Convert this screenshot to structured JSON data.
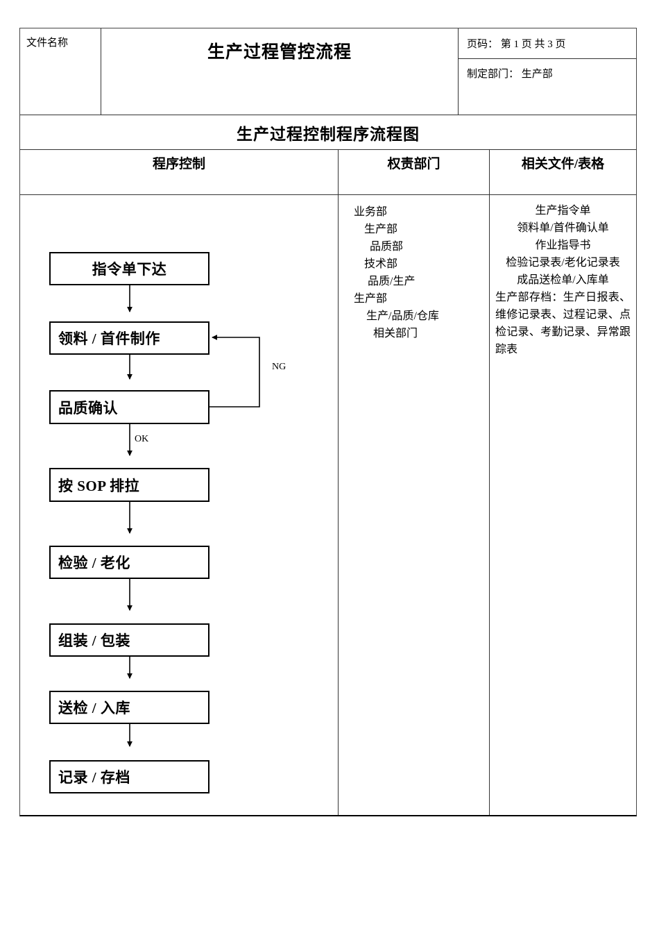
{
  "header": {
    "doc_name_label": "文件名称",
    "doc_title": "生产过程管控流程",
    "page_info": "页码： 第 1 页  共 3 页",
    "department_info": "制定部门： 生产部"
  },
  "chart_heading": "生产过程控制程序流程图",
  "columns": {
    "process": "程序控制",
    "responsible": "权责部门",
    "documents": "相关文件/表格"
  },
  "flowchart": {
    "nodes": [
      {
        "label": "指令单下达",
        "align": "center"
      },
      {
        "label": "领料 / 首件制作",
        "align": "left"
      },
      {
        "label": "品质确认",
        "align": "left"
      },
      {
        "label": "按 SOP 排拉",
        "align": "left"
      },
      {
        "label": "检验 / 老化",
        "align": "left"
      },
      {
        "label": "组装 / 包装",
        "align": "left"
      },
      {
        "label": "送检 / 入库",
        "align": "left"
      },
      {
        "label": "记录 / 存档",
        "align": "left"
      }
    ],
    "edge_labels": {
      "ng": "NG",
      "ok": "OK"
    }
  },
  "responsible_departments": [
    {
      "text": "业务部",
      "indent": 22
    },
    {
      "text": "生产部",
      "indent": 37
    },
    {
      "text": "品质部",
      "indent": 45
    },
    {
      "text": "技术部",
      "indent": 37
    },
    {
      "text": "品质/生产",
      "indent": 42
    },
    {
      "text": "生产部",
      "indent": 22
    },
    {
      "text": "生产/品质/仓库",
      "indent": 40
    },
    {
      "text": "相关部门",
      "indent": 50
    }
  ],
  "related_documents": {
    "lines": [
      "生产指令单",
      "领料单/首件确认单",
      "作业指导书",
      "检验记录表/老化记录表",
      "成品送检单/入库单"
    ],
    "paragraph": "生产部存档：生产日报表、维修记录表、过程记录、点检记录、考勤记录、异常跟踪表"
  }
}
